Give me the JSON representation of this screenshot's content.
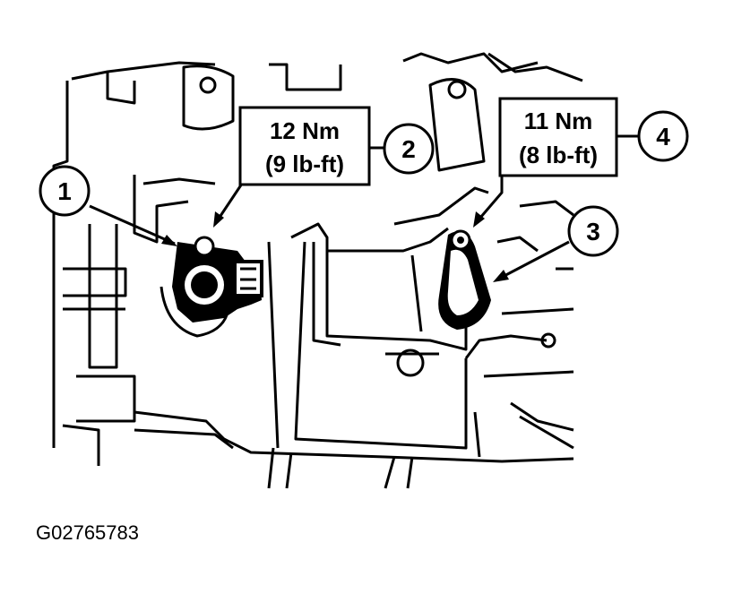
{
  "callouts": [
    {
      "id": "1",
      "label": "1"
    },
    {
      "id": "2",
      "label": "2"
    },
    {
      "id": "3",
      "label": "3"
    },
    {
      "id": "4",
      "label": "4"
    }
  ],
  "torque_boxes": [
    {
      "id": "2",
      "line1": "12 Nm",
      "line2": "(9 lb-ft)"
    },
    {
      "id": "4",
      "line1": "11 Nm",
      "line2": "(8 lb-ft)"
    }
  ],
  "figure_id": "G02765783",
  "colors": {
    "ink": "#000000",
    "paper": "#ffffff"
  }
}
